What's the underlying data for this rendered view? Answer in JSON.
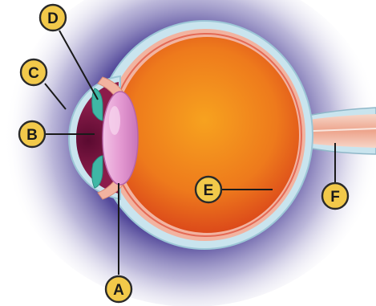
{
  "labels": {
    "A": "A",
    "B": "B",
    "C": "C",
    "D": "D",
    "E": "E",
    "F": "F"
  },
  "colors": {
    "background_halo": "#5a4fa0",
    "sclera": "#c9e4ee",
    "choroid": "#f2b3a0",
    "vitreous_center": "#f6a020",
    "vitreous_edge": "#d8401a",
    "lens": "#e9a5d8",
    "iris": "#3fb7a5",
    "cornea_chamber": "#6a0f3a",
    "callout_fill": "#f2c94a"
  }
}
